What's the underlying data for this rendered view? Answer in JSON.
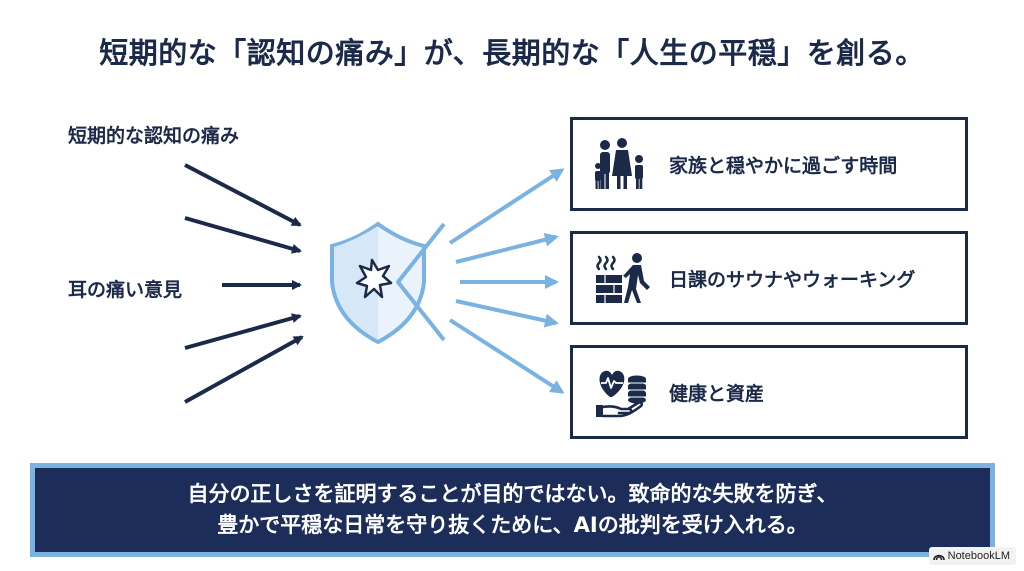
{
  "title": "短期的な「認知の痛み」が、長期的な「人生の平穏」を創る。",
  "left": {
    "label_top": "短期的な認知の痛み",
    "label_mid": "耳の痛い意見"
  },
  "outcomes": [
    {
      "icon": "family-icon",
      "label": "家族と穏やかに過ごす時間"
    },
    {
      "icon": "sauna-walking-icon",
      "label": "日課のサウナやウォーキング"
    },
    {
      "icon": "health-money-icon",
      "label": "健康と資産"
    }
  ],
  "banner": {
    "line1": "自分の正しさを証明することが目的ではない。致命的な失敗を防ぎ、",
    "line2": "豊かで平穏な日常を守り抜くために、AIの批判を受け入れる。"
  },
  "badge": {
    "text": "NotebookLM"
  },
  "colors": {
    "navy": "#1c2a4a",
    "light_blue": "#7ab2e2",
    "banner_bg": "#1c2d5a"
  }
}
